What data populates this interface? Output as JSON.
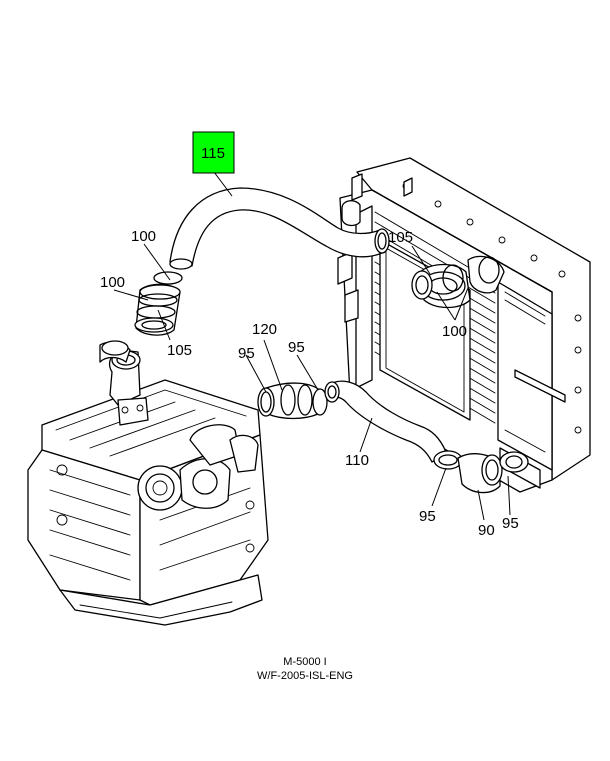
{
  "highlight_color": "#00ff00",
  "callouts": {
    "c115": "115",
    "c100a": "100",
    "c100b": "100",
    "c105a": "105",
    "c105b": "105",
    "c100c": "100",
    "c120": "120",
    "c95a": "95",
    "c95b": "95",
    "c110": "110",
    "c95c": "95",
    "c90": "90",
    "c95d": "95"
  },
  "caption": {
    "line1": "M-5000 I",
    "line2": "W/F-2005-ISL-ENG"
  }
}
